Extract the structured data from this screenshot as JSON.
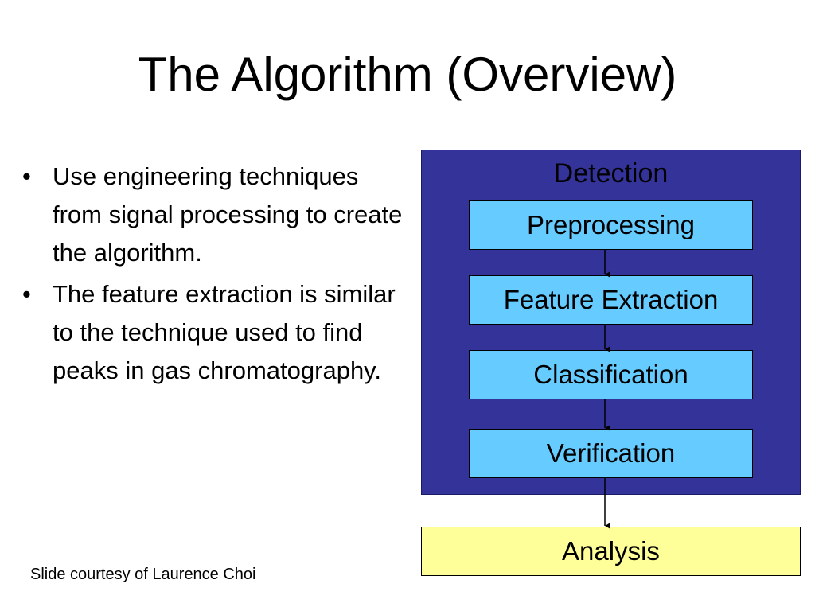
{
  "slide": {
    "title": "The Algorithm (Overview)",
    "bullets": [
      "Use engineering techniques from signal processing to create the algorithm.",
      "The feature extraction is similar to the technique used to find peaks in gas chromatography."
    ],
    "footer": "Slide courtesy of Laurence Choi"
  },
  "diagram": {
    "container_label": "Detection",
    "steps": [
      "Preprocessing",
      "Feature Extraction",
      "Classification",
      "Verification"
    ],
    "output": "Analysis",
    "colors": {
      "container": "#333399",
      "step": "#66ccff",
      "output": "#ffff99"
    }
  }
}
